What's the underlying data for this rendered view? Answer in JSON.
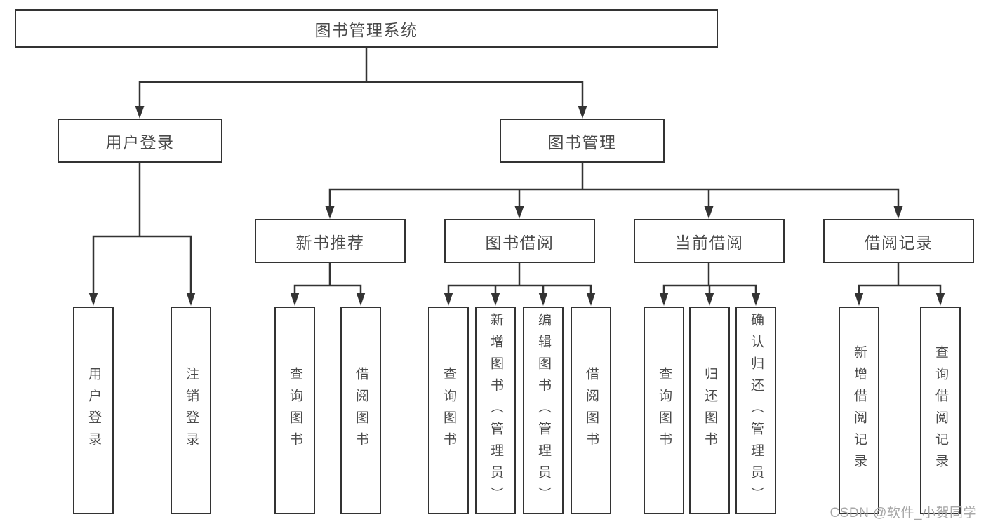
{
  "root": {
    "label": "图书管理系统"
  },
  "level2": [
    {
      "label": "用户登录"
    },
    {
      "label": "图书管理"
    }
  ],
  "level3": [
    {
      "label": "新书推荐"
    },
    {
      "label": "图书借阅"
    },
    {
      "label": "当前借阅"
    },
    {
      "label": "借阅记录"
    }
  ],
  "leaves": [
    {
      "label": "用户登录"
    },
    {
      "label": "注销登录"
    },
    {
      "label": "查询图书"
    },
    {
      "label": "借阅图书"
    },
    {
      "label": "查询图书"
    },
    {
      "label": "新增图书（管理员）"
    },
    {
      "label": "编辑图书（管理员）"
    },
    {
      "label": "借阅图书"
    },
    {
      "label": "查询图书"
    },
    {
      "label": "归还图书"
    },
    {
      "label": "确认归还（管理员）"
    },
    {
      "label": "新增借阅记录"
    },
    {
      "label": "查询借阅记录"
    }
  ],
  "watermark": {
    "text": "CSDN @软件_小贺同学"
  },
  "colors": {
    "line": "#333333",
    "text": "#4a4a4a",
    "watermark": "#a6a6a6",
    "background": "#ffffff"
  }
}
